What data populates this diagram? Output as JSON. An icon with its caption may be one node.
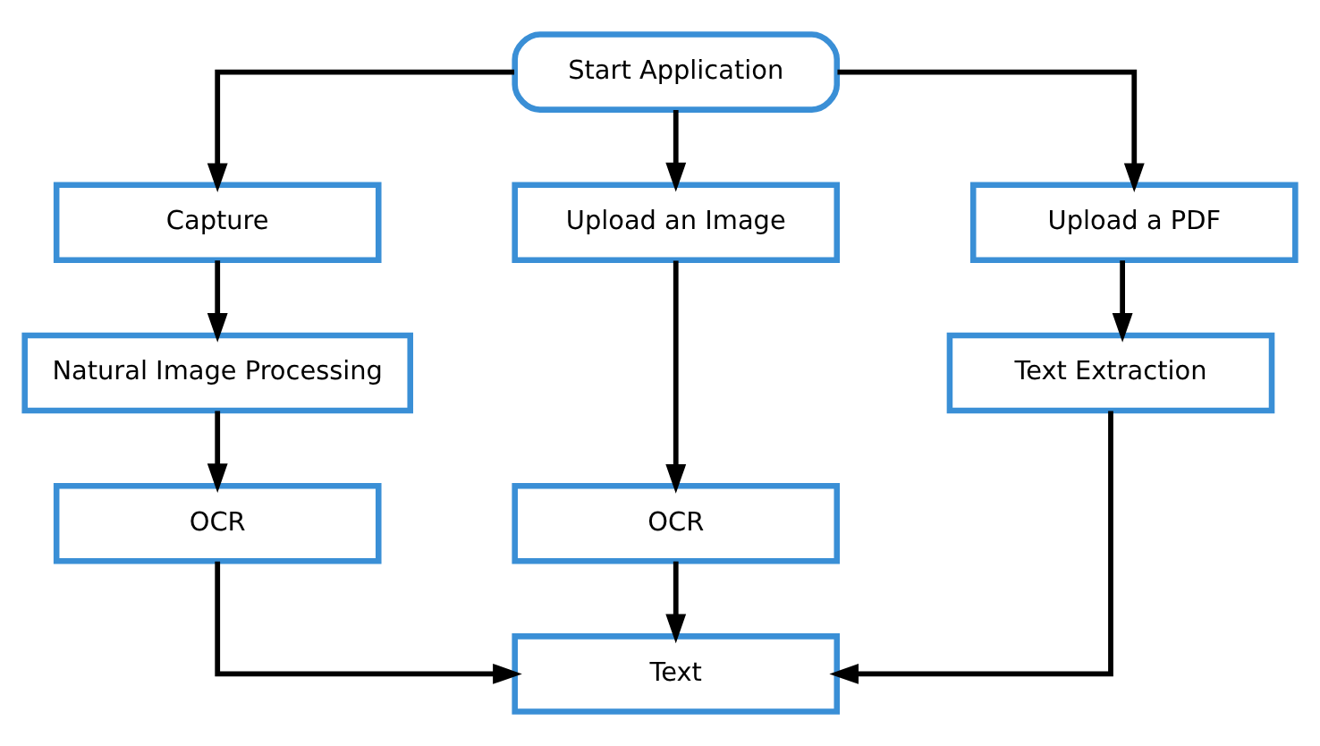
{
  "diagram": {
    "nodes": [
      {
        "text": [
          "Start Application"
        ]
      },
      {
        "text": [
          "Capture"
        ]
      },
      {
        "text": [
          "Upload an Image"
        ]
      },
      {
        "text": [
          "Upload a PDF"
        ]
      },
      {
        "text": [
          "Natural Image Processing"
        ]
      },
      {
        "text": [
          "OCR"
        ]
      },
      {
        "text": [
          "Text Extraction"
        ]
      },
      {
        "text": [
          "OCR"
        ]
      },
      {
        "text": [
          "Text"
        ]
      }
    ],
    "edges": [
      {
        "from": 0,
        "to": 1,
        "arrow": "to"
      },
      {
        "from": 0,
        "to": 2,
        "arrow": "to"
      },
      {
        "from": 0,
        "to": 3,
        "arrow": "to"
      },
      {
        "from": 1,
        "to": 4,
        "arrow": "to"
      },
      {
        "from": 4,
        "to": 7,
        "arrow": "to"
      },
      {
        "from": 2,
        "to": 5,
        "arrow": "to"
      },
      {
        "from": 3,
        "to": 6,
        "arrow": "to"
      },
      {
        "from": 7,
        "to": 8,
        "arrow": "to"
      },
      {
        "from": 5,
        "to": 8,
        "arrow": "to"
      },
      {
        "from": 6,
        "to": 8,
        "arrow": "to"
      }
    ]
  }
}
